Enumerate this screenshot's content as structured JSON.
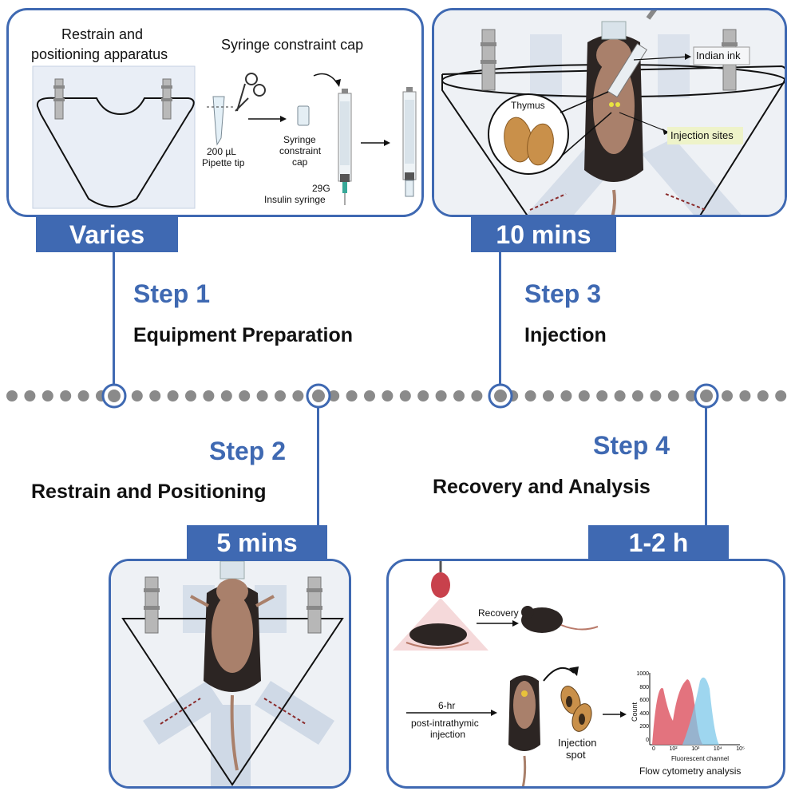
{
  "colors": {
    "accent": "#3f69b2",
    "timeline_dot": "#8a8a8a",
    "mouse_body": "#2c2523",
    "mouse_skin": "#a9806b",
    "thymus": "#c9904a",
    "label_highlight": "#eef3c9",
    "histogram_red": "#e06470",
    "histogram_blue": "#7ec8ea"
  },
  "steps": [
    {
      "title": "Step 1",
      "subtitle": "Equipment Preparation",
      "duration": "Varies"
    },
    {
      "title": "Step 2",
      "subtitle": "Restrain and Positioning",
      "duration": "5 mins"
    },
    {
      "title": "Step 3",
      "subtitle": "Injection",
      "duration": "10 mins"
    },
    {
      "title": "Step 4",
      "subtitle": "Recovery and Analysis",
      "duration": "1-2 h"
    }
  ],
  "panel1": {
    "apparatus_label_line1": "Restrain and",
    "apparatus_label_line2": "positioning apparatus",
    "cap_title": "Syringe constraint cap",
    "pipette_label_line1": "200 µL",
    "pipette_label_line2": "Pipette tip",
    "cap_label_line1": "Syringe",
    "cap_label_line2": "constraint",
    "cap_label_line3": "cap",
    "syringe_label_line1": "29G",
    "syringe_label_line2": "Insulin syringe"
  },
  "panel3": {
    "ink_label": "Indian ink",
    "thymus_label": "Thymus",
    "sites_label": "Injection sites"
  },
  "panel4": {
    "recovery_label": "Recovery",
    "time_label": "6-hr",
    "post_label_line1": "post-intrathymic",
    "post_label_line2": "injection",
    "spot_label_line1": "Injection",
    "spot_label_line2": "spot",
    "y_axis_label": "Count",
    "y_ticks": [
      "1000",
      "800",
      "600",
      "400",
      "200",
      "0"
    ],
    "x_axis_label": "Fluorescent channel",
    "x_ticks": [
      "0",
      "10²",
      "10³",
      "10⁴",
      "10⁵"
    ],
    "flow_label": "Flow cytometry analysis"
  }
}
